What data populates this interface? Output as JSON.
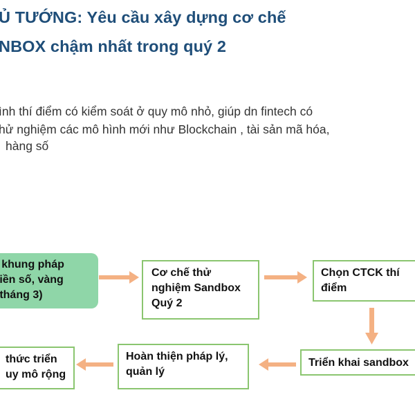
{
  "title": {
    "line1": "Ủ TƯỚNG: Yêu cầu xây dựng cơ chế",
    "line2": "NBOX chậm nhất trong quý 2"
  },
  "body": {
    "line1": "ình thí điểm có kiểm soát ở quy mô nhỏ, giúp dn fintech có",
    "line2": "hử nghiệm các mô hình mới như Blockchain , tài sản mã hóa,",
    "line3": "hàng số"
  },
  "flow": {
    "step1": [
      "h khung pháp",
      "tiền số, vàng",
      "(tháng 3)"
    ],
    "step2": [
      "Cơ chế thử",
      "nghiệm Sandbox",
      "Quý 2"
    ],
    "step3": [
      "Chọn CTCK thí",
      "điểm"
    ],
    "step4": [
      "Triển khai sandbox"
    ],
    "step5": [
      "Hoàn thiện pháp lý,",
      "quản lý"
    ],
    "step6": [
      "thức triển",
      "uy mô rộng"
    ]
  },
  "colors": {
    "title": "#1f4e79",
    "box_border": "#8ac56f",
    "box_fill_highlight": "#8fd6a8",
    "arrow": "#f4b183"
  }
}
